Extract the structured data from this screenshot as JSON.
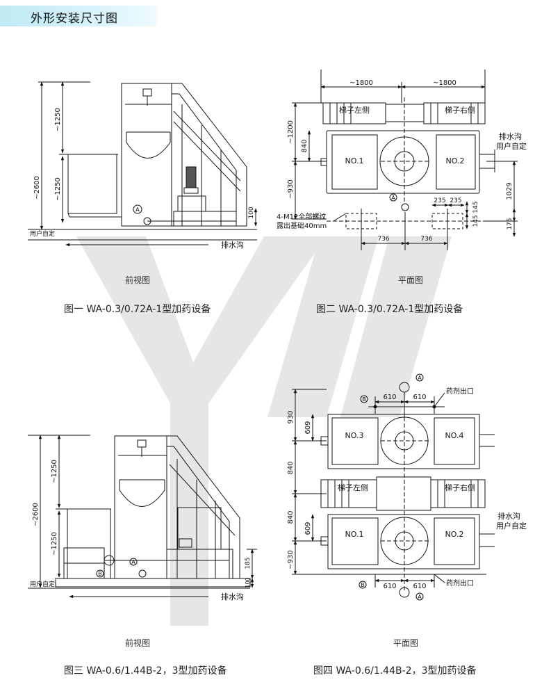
{
  "header": {
    "title": "外形安装尺寸图"
  },
  "fig1": {
    "sub": "前视图",
    "caption": "图一  WA-0.3/0.72A-1型加药设备",
    "dim_total": "~2600",
    "dim_top": "~1250",
    "dim_bottom": "~1250",
    "dim_base": "100",
    "user_label": "用户自定",
    "drain": "排水沟",
    "marker_a": "A"
  },
  "fig2": {
    "sub": "平面图",
    "caption": "图二  WA-0.3/0.72A-1型加药设备",
    "dim_left": "~1800",
    "dim_right": "~1800",
    "ladder_left": "梯子左侧",
    "ladder_right": "梯子右侧",
    "tank1": "NO.1",
    "tank2": "NO.2",
    "dim_1200": "~1200",
    "dim_840": "840",
    "dim_930": "~930",
    "dim_1029": "1029",
    "dim_175": "175",
    "dim_235a": "235",
    "dim_235b": "235",
    "dim_145a": "145",
    "dim_145b": "145",
    "dim_736a": "736",
    "dim_736b": "736",
    "drain": "排水沟",
    "user_label": "用户自定",
    "bolt1": "4-M12全部螺纹",
    "bolt2": "露出基础40mm",
    "marker_a": "A"
  },
  "fig3": {
    "sub": "前视图",
    "caption": "图三  WA-0.6/1.44B-2，3型加药设备",
    "dim_total": "~2600",
    "dim_top": "~1250",
    "dim_bottom": "~1250",
    "dim_185": "185",
    "dim_100": "100",
    "user_label": "用户自定",
    "drain": "排水沟",
    "marker_a": "A",
    "marker_b": "B"
  },
  "fig4": {
    "sub": "平面图",
    "caption": "图四  WA-0.6/1.44B-2，3型加药设备",
    "tank1": "NO.1",
    "tank2": "NO.2",
    "tank3": "NO.3",
    "tank4": "NO.4",
    "ladder_left": "梯子左侧",
    "ladder_right": "梯子右侧",
    "outlet_top": "药剂出口",
    "outlet_bottom": "药剂出口",
    "dim_610a": "610",
    "dim_610b": "610",
    "dim_610c": "610",
    "dim_610d": "610",
    "dim_930": "930",
    "dim_609a": "609",
    "dim_840a": "840",
    "dim_840b": "840",
    "dim_609b": "609",
    "dim_930b": "~930",
    "drain": "排水沟",
    "user_label": "用户自定",
    "marker_a_top": "A",
    "marker_a_bottom": "A",
    "marker_b_top": "B",
    "marker_b_bottom": "B"
  }
}
